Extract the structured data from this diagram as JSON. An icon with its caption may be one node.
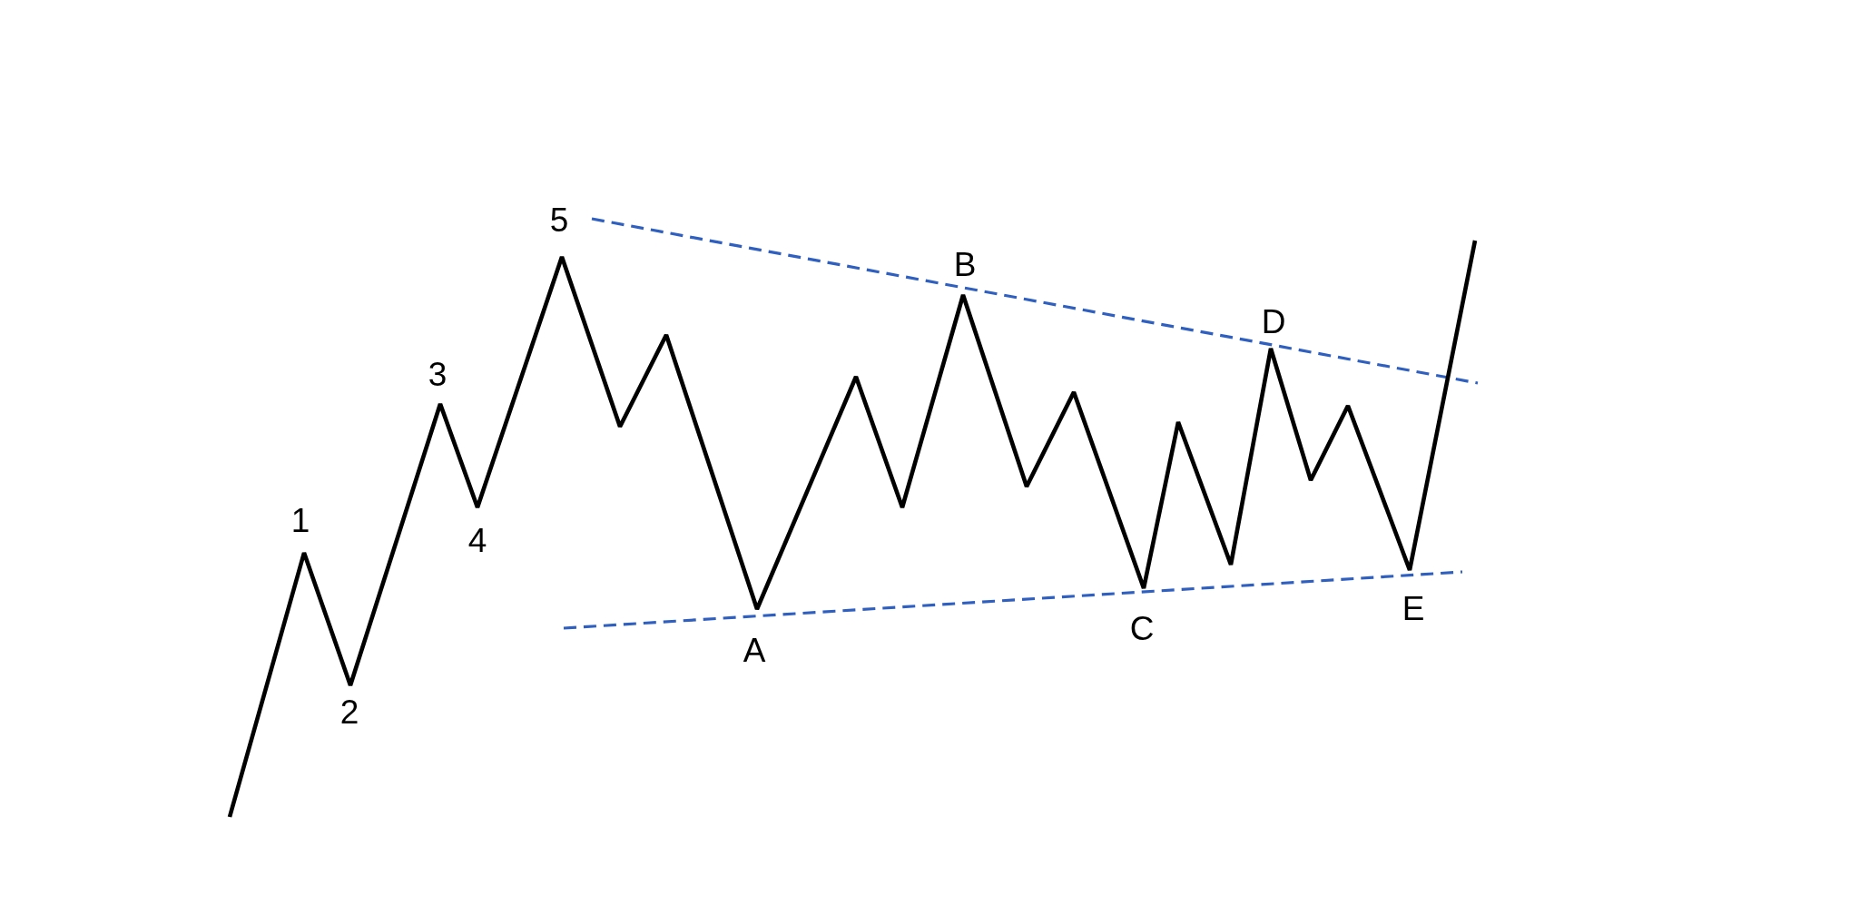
{
  "diagram": {
    "labels": [
      "1",
      "2",
      "3",
      "4",
      "5",
      "A",
      "B",
      "C",
      "D",
      "E"
    ]
  }
}
